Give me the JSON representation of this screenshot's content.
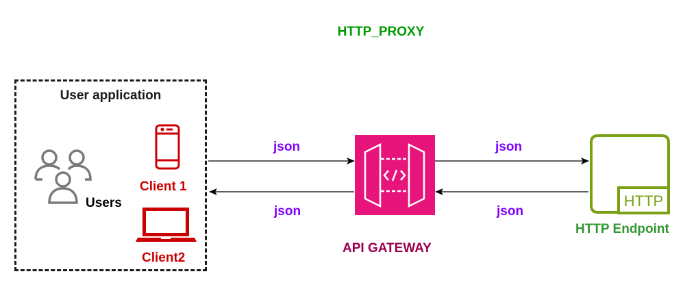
{
  "diagram": {
    "title": "HTTP_PROXY",
    "colors": {
      "title": "#009900",
      "client": "#cc0000",
      "users_icon": "#7a7a7a",
      "payload": "#7f00ff",
      "gateway_fill": "#e7157b",
      "gateway_label": "#99004d",
      "endpoint_icon": "#7aa116",
      "endpoint_label": "#329632"
    },
    "user_application": {
      "title": "User application",
      "users_label": "Users",
      "users_icon": "users-group-icon",
      "clients": [
        {
          "label": "Client 1",
          "icon": "mobile-phone-icon"
        },
        {
          "label": "Client2",
          "icon": "laptop-icon"
        }
      ]
    },
    "gateway": {
      "label": "API GATEWAY",
      "icon": "api-gateway-icon"
    },
    "endpoint": {
      "label": "HTTP Endpoint",
      "icon": "http-endpoint-icon",
      "icon_text": "HTTP"
    },
    "flows": [
      {
        "from": "User application",
        "to": "API GATEWAY",
        "label": "json"
      },
      {
        "from": "API GATEWAY",
        "to": "User application",
        "label": "json"
      },
      {
        "from": "API GATEWAY",
        "to": "HTTP Endpoint",
        "label": "json"
      },
      {
        "from": "HTTP Endpoint",
        "to": "API GATEWAY",
        "label": "json"
      }
    ]
  }
}
